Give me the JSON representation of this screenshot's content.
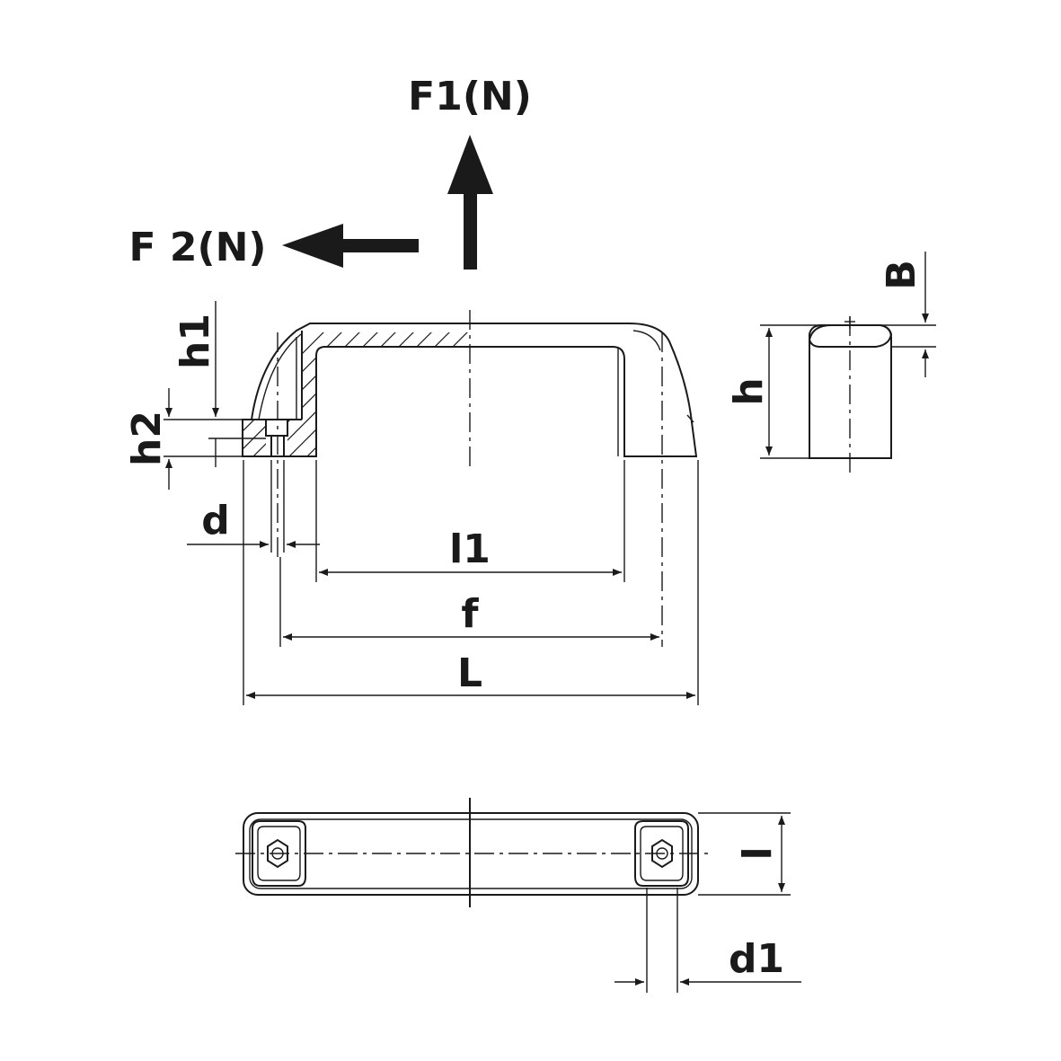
{
  "forces": {
    "f1": "F1(N)",
    "f2": "F 2(N)"
  },
  "dimensions": {
    "h1": "h1",
    "h2": "h2",
    "d": "d",
    "l1": "l1",
    "f": "f",
    "L": "L",
    "h": "h",
    "B": "B",
    "l": "l",
    "d1": "d1"
  },
  "colors": {
    "line": "#1a1a1a",
    "background": "#ffffff"
  }
}
